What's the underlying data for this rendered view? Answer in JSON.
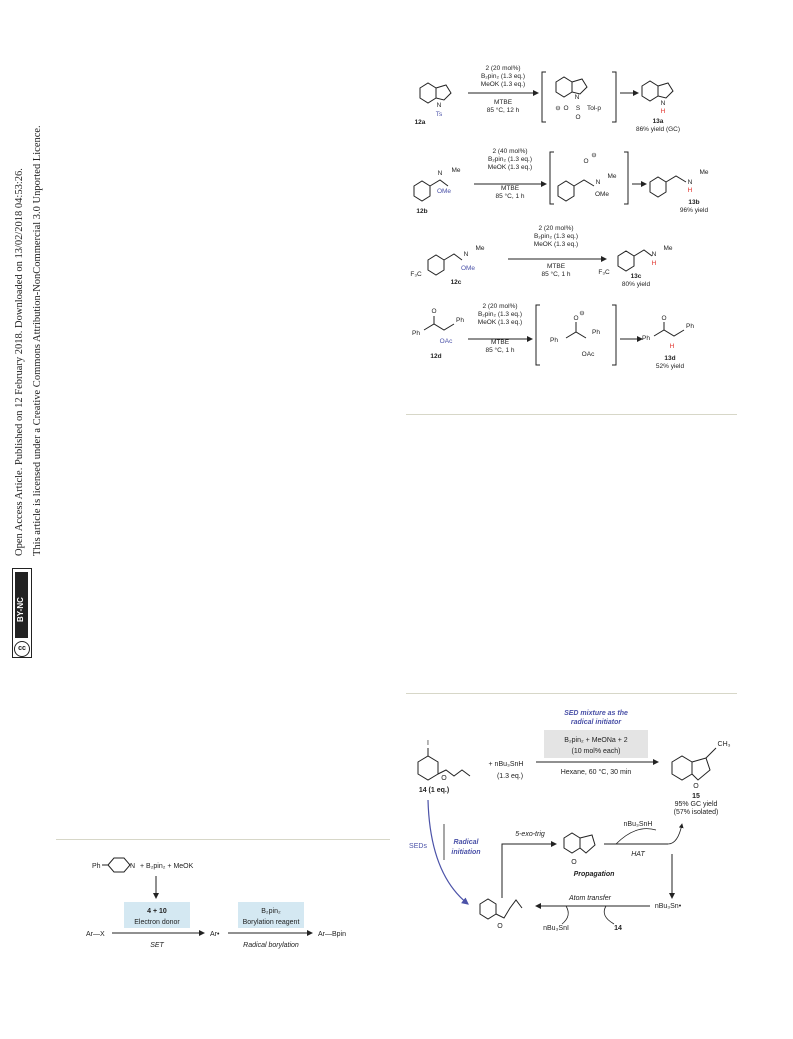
{
  "sidebar": {
    "published_line": "Open Access Article. Published on 12 February 2018. Downloaded on 13/02/2018 04:53:26.",
    "licence_line": "This article is licensed under a Creative Commons Attribution-NonCommercial 3.0 Unported Licence.",
    "badge_cc": "cc",
    "badge_text": "BY-NC"
  },
  "scheme_top": {
    "r1": {
      "cond1": "2 (20 mol%)",
      "cond2": "B₂pin₂ (1.3 eq.)",
      "cond3": "MeOK (1.3 eq.)",
      "solvent": "MTBE",
      "temp": "85 °C, 12 h",
      "sm": "12a",
      "sm_n": "N",
      "sm_ts": "Ts",
      "int_n": "N",
      "int_minus": "⊖",
      "int_o": "O",
      "int_s": "S",
      "int_tol": "Tol-p",
      "int_o2": "O",
      "prod": "13a",
      "prod_n": "N",
      "prod_h": "H",
      "yield": "86% yield (GC)"
    },
    "r2": {
      "cond1": "2 (40 mol%)",
      "cond2": "B₂pin₂ (1.3 eq.)",
      "cond3": "MeOK (1.3 eq.)",
      "solvent": "MTBE",
      "temp": "85 °C, 1 h",
      "sm": "12b",
      "sm_n": "N",
      "sm_me": "Me",
      "sm_ome": "OMe",
      "int_minus": "⊖",
      "int_o": "O",
      "int_n": "N",
      "int_me": "Me",
      "int_ome": "OMe",
      "prod": "13b",
      "prod_n": "N",
      "prod_me": "Me",
      "prod_h": "H",
      "yield": "96% yield"
    },
    "r3": {
      "cond1": "2 (20 mol%)",
      "cond2": "B₂pin₂ (1.3 eq.)",
      "cond3": "MeOK (1.3 eq.)",
      "solvent": "MTBE",
      "temp": "85 °C, 1 h",
      "sm": "12c",
      "sm_cf3": "F₃C",
      "sm_n": "N",
      "sm_me": "Me",
      "sm_ome": "OMe",
      "prod": "13c",
      "prod_cf3": "F₃C",
      "prod_n": "N",
      "prod_me": "Me",
      "prod_h": "H",
      "yield": "80% yield"
    },
    "r4": {
      "cond1": "2 (20 mol%)",
      "cond2": "B₂pin₂ (1.3 eq.)",
      "cond3": "MeOK (1.3 eq.)",
      "solvent": "MTBE",
      "temp": "85 °C, 1 h",
      "sm": "12d",
      "sm_ph1": "Ph",
      "sm_ph2": "Ph",
      "sm_o": "O",
      "sm_oac": "OAc",
      "int_minus": "⊖",
      "int_o": "O",
      "int_ph1": "Ph",
      "int_ph2": "Ph",
      "int_oac": "OAc",
      "prod": "13d",
      "prod_ph1": "Ph",
      "prod_ph2": "Ph",
      "prod_o": "O",
      "prod_h": "H",
      "yield": "52% yield"
    }
  },
  "scheme_left": {
    "pyridine_ph": "Ph",
    "pyridine_n": "N",
    "reagents": "+ B₂pin₂ + MeOK",
    "box1_line1": "4 + 10",
    "box1_line2": "Electron donor",
    "box2_line1": "B₂pin₂",
    "box2_line2": "Borylation reagent",
    "arx": "Ar—X",
    "ar_radical": "Ar•",
    "ar_bpin": "Ar—Bpin",
    "set": "SET",
    "radical_borylation": "Radical borylation"
  },
  "scheme_right": {
    "title1": "SED mixture as the",
    "title2": "radical initiator",
    "box_line1": "B₂pin₂ + MeONa + 2",
    "box_line2": "(10 mol% each)",
    "sm_i": "I",
    "sm_o": "O",
    "sm_label": "14 (1 eq.)",
    "reagent": "+ nBu₃SnH",
    "reagent_eq": "(1.3 eq.)",
    "conditions": "Hexane, 60 °C, 30 min",
    "prod_ch3": "CH₃",
    "prod_o": "O",
    "prod_label": "15",
    "prod_yield1": "95% GC yield",
    "prod_yield2": "(57% isolated)",
    "seds": "SEDs",
    "radical": "Radical",
    "initiation": "initiation",
    "exo": "5-exo-trig",
    "cyc_o": "O",
    "sn_h": "nBu₃SnH",
    "hat": "HAT",
    "propagation": "Propagation",
    "sn_radical": "nBu₃Sn•",
    "atom_transfer": "Atom transfer",
    "snI": "nBu₃SnI",
    "label14": "14",
    "rad_o": "O"
  },
  "colors": {
    "accent_blue": "#4b52a8",
    "red_h": "#e0302a",
    "box_fill": "#d4e8f2",
    "box_fill_gray": "#e4e4e4",
    "rule": "#d7d7c8"
  }
}
